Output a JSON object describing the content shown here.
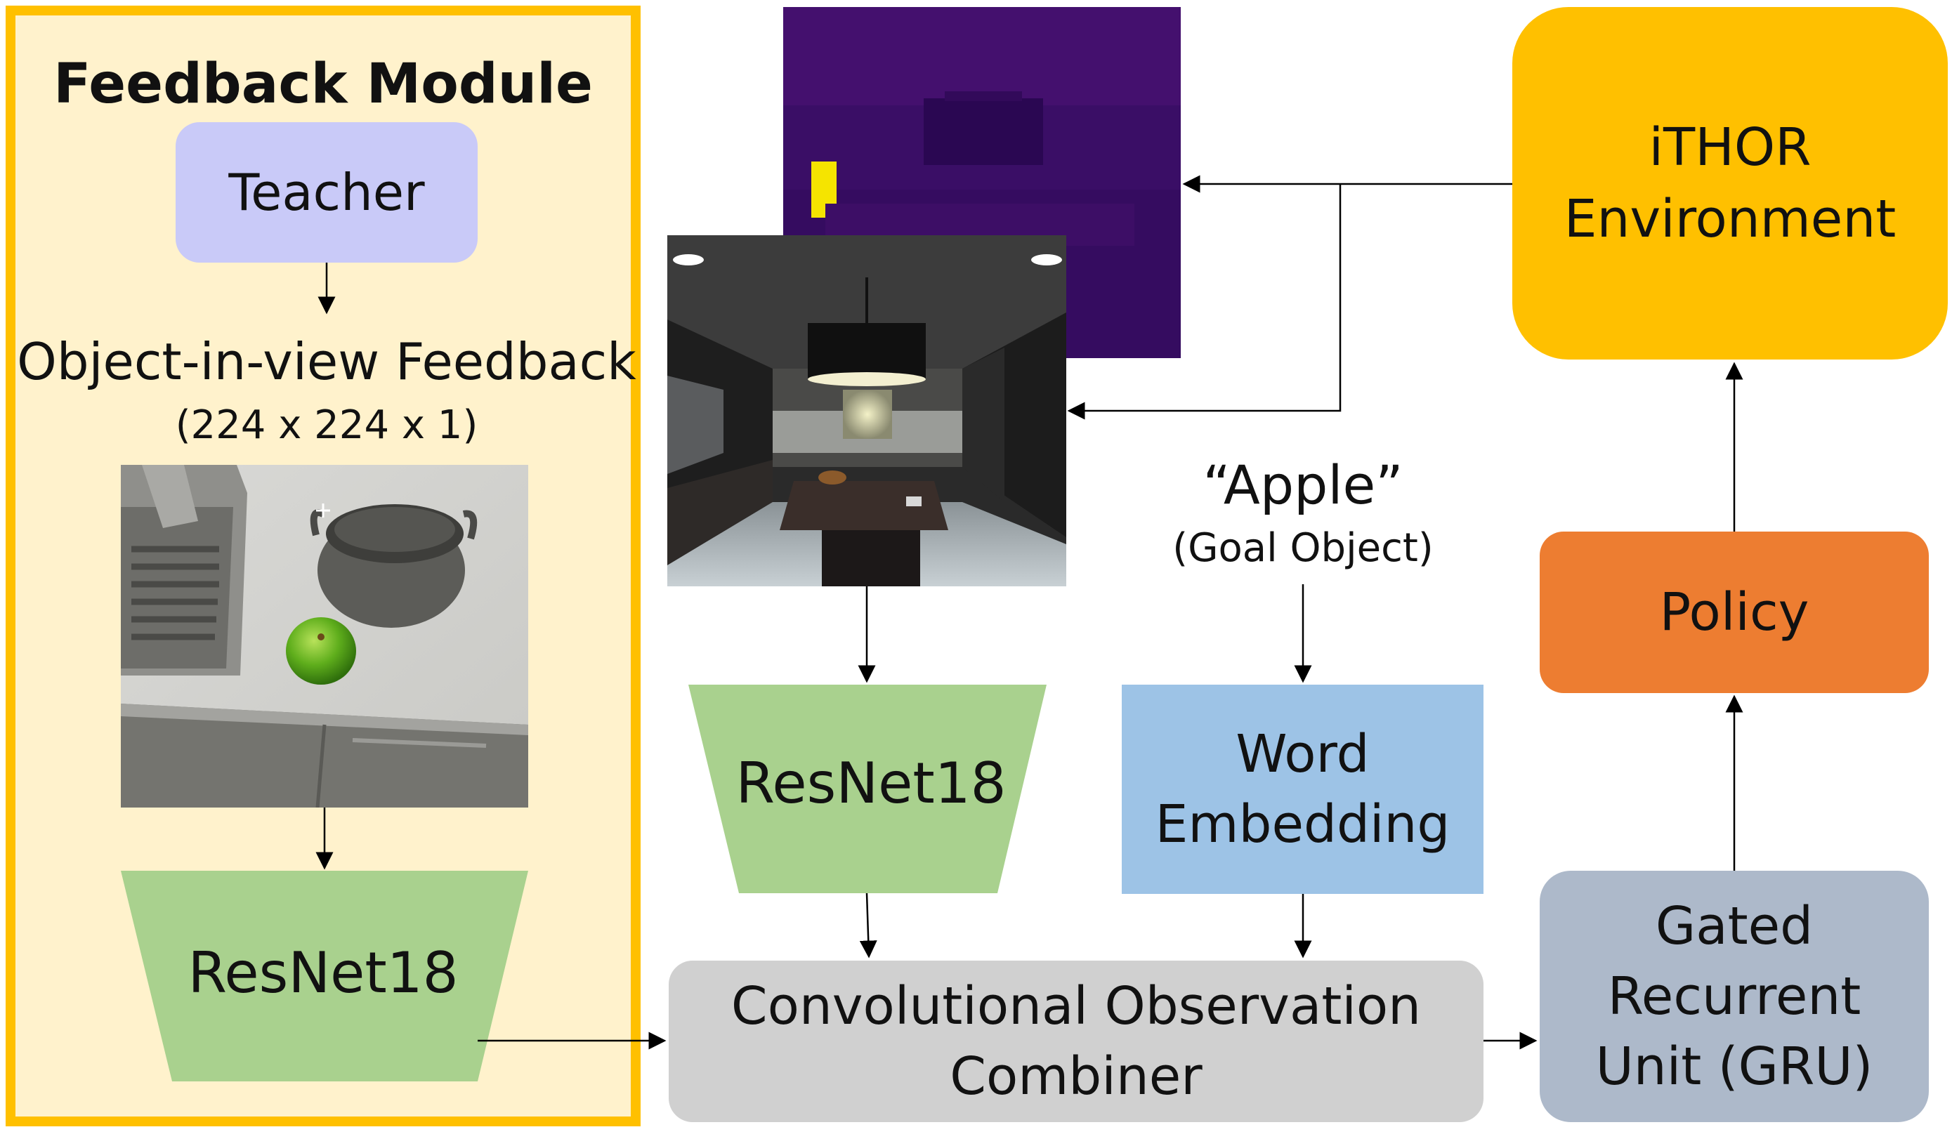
{
  "feedback_module": {
    "title": "Feedback Module",
    "teacher_label": "Teacher",
    "feedback_label": "Object-in-view Feedback",
    "feedback_dims": "(224 x 224 x 1)",
    "resnet_label": "ResNet18",
    "colors": {
      "panel_fill": "#FFF2CC",
      "panel_border": "#FFC000",
      "teacher_fill": "#C9CAF8"
    }
  },
  "vision": {
    "resnet_label": "ResNet18",
    "resnet_color": "#A9D18E"
  },
  "goal": {
    "word": "“Apple”",
    "caption": "(Goal Object)",
    "embedding_label_line1": "Word",
    "embedding_label_line2": "Embedding",
    "embedding_color": "#9DC3E6"
  },
  "combiner": {
    "line1": "Convolutional Observation",
    "line2": "Combiner",
    "color": "#D0D0D0"
  },
  "environment": {
    "line1": "iTHOR",
    "line2": "Environment",
    "color": "#FFC000"
  },
  "policy": {
    "label": "Policy",
    "color": "#ED7D31"
  },
  "gru": {
    "line1": "Gated",
    "line2": "Recurrent",
    "line3": "Unit (GRU)",
    "color": "#ADB9CA"
  }
}
